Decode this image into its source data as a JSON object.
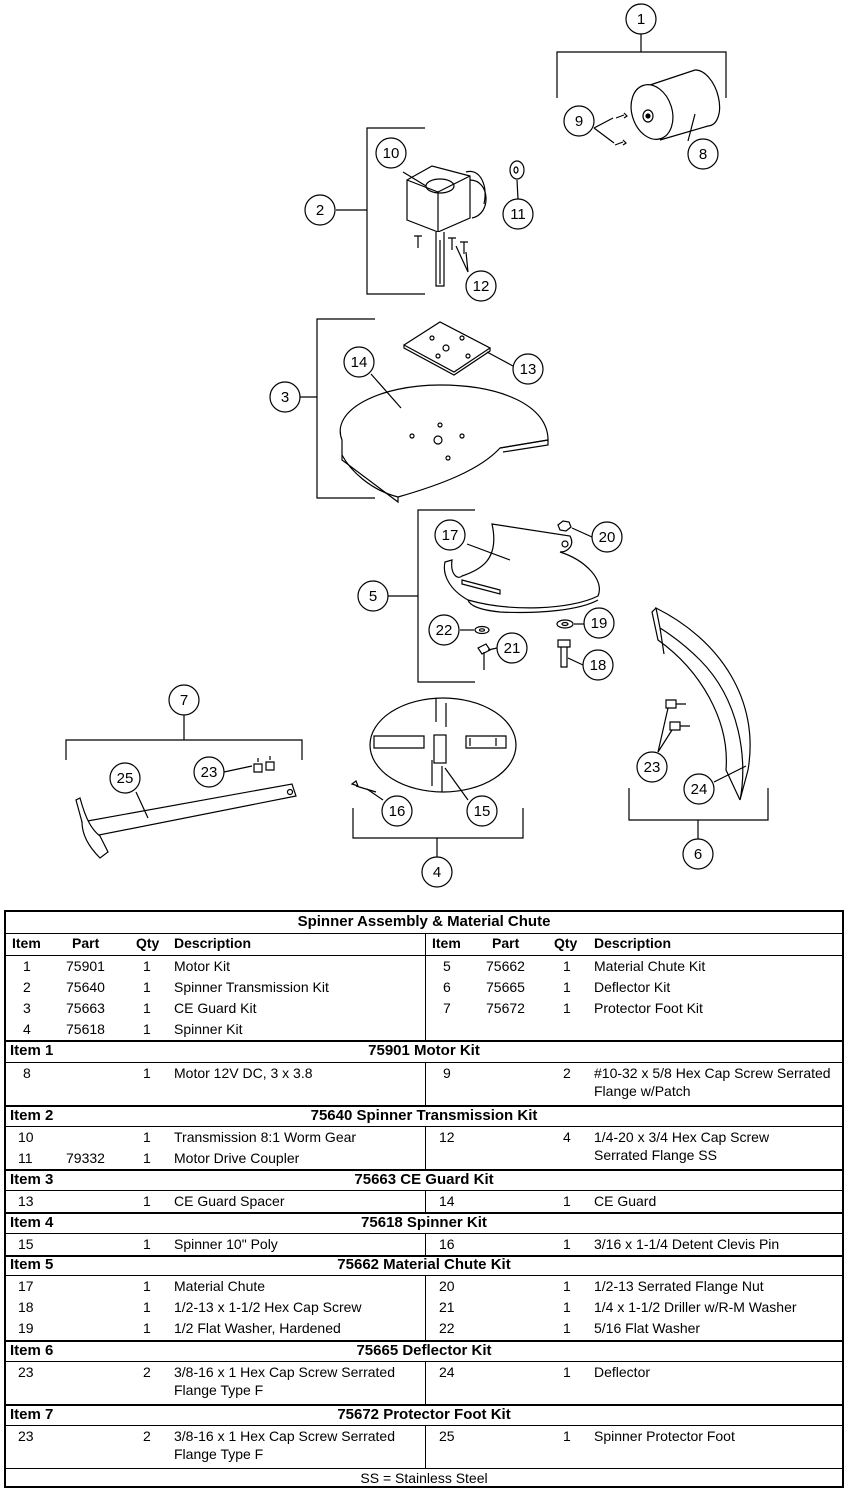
{
  "callouts": {
    "c1": "1",
    "c2": "2",
    "c3": "3",
    "c4": "4",
    "c5": "5",
    "c6": "6",
    "c7": "7",
    "c8": "8",
    "c9": "9",
    "c10": "10",
    "c11": "11",
    "c12": "12",
    "c13": "13",
    "c14": "14",
    "c15": "15",
    "c16": "16",
    "c17": "17",
    "c18": "18",
    "c19": "19",
    "c20": "20",
    "c21": "21",
    "c22": "22",
    "c23a": "23",
    "c23b": "23",
    "c24": "24",
    "c25": "25"
  },
  "table": {
    "title": "Spinner Assembly & Material Chute",
    "headers": [
      "Item",
      "Part",
      "Qty",
      "Description"
    ],
    "summary_left": [
      {
        "item": "1",
        "part": "75901",
        "qty": "1",
        "desc": "Motor Kit"
      },
      {
        "item": "2",
        "part": "75640",
        "qty": "1",
        "desc": "Spinner Transmission Kit"
      },
      {
        "item": "3",
        "part": "75663",
        "qty": "1",
        "desc": "CE Guard Kit"
      },
      {
        "item": "4",
        "part": "75618",
        "qty": "1",
        "desc": "Spinner Kit"
      }
    ],
    "summary_right": [
      {
        "item": "5",
        "part": "75662",
        "qty": "1",
        "desc": "Material Chute Kit"
      },
      {
        "item": "6",
        "part": "75665",
        "qty": "1",
        "desc": "Deflector Kit"
      },
      {
        "item": "7",
        "part": "75672",
        "qty": "1",
        "desc": "Protector Foot Kit"
      }
    ],
    "sections": [
      {
        "item": "Item 1",
        "title": "75901  Motor Kit",
        "left": [
          {
            "item": "8",
            "part": "",
            "qty": "1",
            "desc": "Motor 12V DC, 3 x 3.8"
          }
        ],
        "right": [
          {
            "item": "9",
            "part": "",
            "qty": "2",
            "desc": "#10-32 x 5/8 Hex Cap Screw Serrated Flange w/Patch"
          }
        ]
      },
      {
        "item": "Item 2",
        "title": "75640  Spinner Transmission Kit",
        "left": [
          {
            "item": "10",
            "part": "",
            "qty": "1",
            "desc": "Transmission 8:1 Worm Gear"
          },
          {
            "item": "11",
            "part": "79332",
            "qty": "1",
            "desc": "Motor Drive Coupler"
          }
        ],
        "right": [
          {
            "item": "12",
            "part": "",
            "qty": "4",
            "desc": "1/4-20 x 3/4 Hex Cap Screw Serrated Flange SS"
          }
        ]
      },
      {
        "item": "Item 3",
        "title": "75663  CE Guard Kit",
        "left": [
          {
            "item": "13",
            "part": "",
            "qty": "1",
            "desc": "CE Guard Spacer"
          }
        ],
        "right": [
          {
            "item": "14",
            "part": "",
            "qty": "1",
            "desc": "CE Guard"
          }
        ]
      },
      {
        "item": "Item 4",
        "title": "75618  Spinner Kit",
        "left": [
          {
            "item": "15",
            "part": "",
            "qty": "1",
            "desc": "Spinner 10\" Poly"
          }
        ],
        "right": [
          {
            "item": "16",
            "part": "",
            "qty": "1",
            "desc": "3/16 x 1-1/4 Detent Clevis Pin"
          }
        ]
      },
      {
        "item": "Item 5",
        "title": "75662  Material Chute Kit",
        "left": [
          {
            "item": "17",
            "part": "",
            "qty": "1",
            "desc": "Material Chute"
          },
          {
            "item": "18",
            "part": "",
            "qty": "1",
            "desc": "1/2-13 x 1-1/2 Hex Cap Screw"
          },
          {
            "item": "19",
            "part": "",
            "qty": "1",
            "desc": "1/2 Flat Washer, Hardened"
          }
        ],
        "right": [
          {
            "item": "20",
            "part": "",
            "qty": "1",
            "desc": "1/2-13 Serrated Flange Nut"
          },
          {
            "item": "21",
            "part": "",
            "qty": "1",
            "desc": "1/4 x 1-1/2 Driller w/R-M Washer"
          },
          {
            "item": "22",
            "part": "",
            "qty": "1",
            "desc": "5/16 Flat Washer"
          }
        ]
      },
      {
        "item": "Item 6",
        "title": "75665  Deflector Kit",
        "left": [
          {
            "item": "23",
            "part": "",
            "qty": "2",
            "desc": "3/8-16 x 1 Hex Cap Screw Serrated Flange Type F"
          }
        ],
        "right": [
          {
            "item": "24",
            "part": "",
            "qty": "1",
            "desc": "Deflector"
          }
        ]
      },
      {
        "item": "Item 7",
        "title": "75672  Protector Foot Kit",
        "left": [
          {
            "item": "23",
            "part": "",
            "qty": "2",
            "desc": "3/8-16 x 1 Hex Cap Screw Serrated Flange Type F"
          }
        ],
        "right": [
          {
            "item": "25",
            "part": "",
            "qty": "1",
            "desc": "Spinner Protector Foot"
          }
        ]
      }
    ],
    "footer": "SS = Stainless Steel"
  }
}
